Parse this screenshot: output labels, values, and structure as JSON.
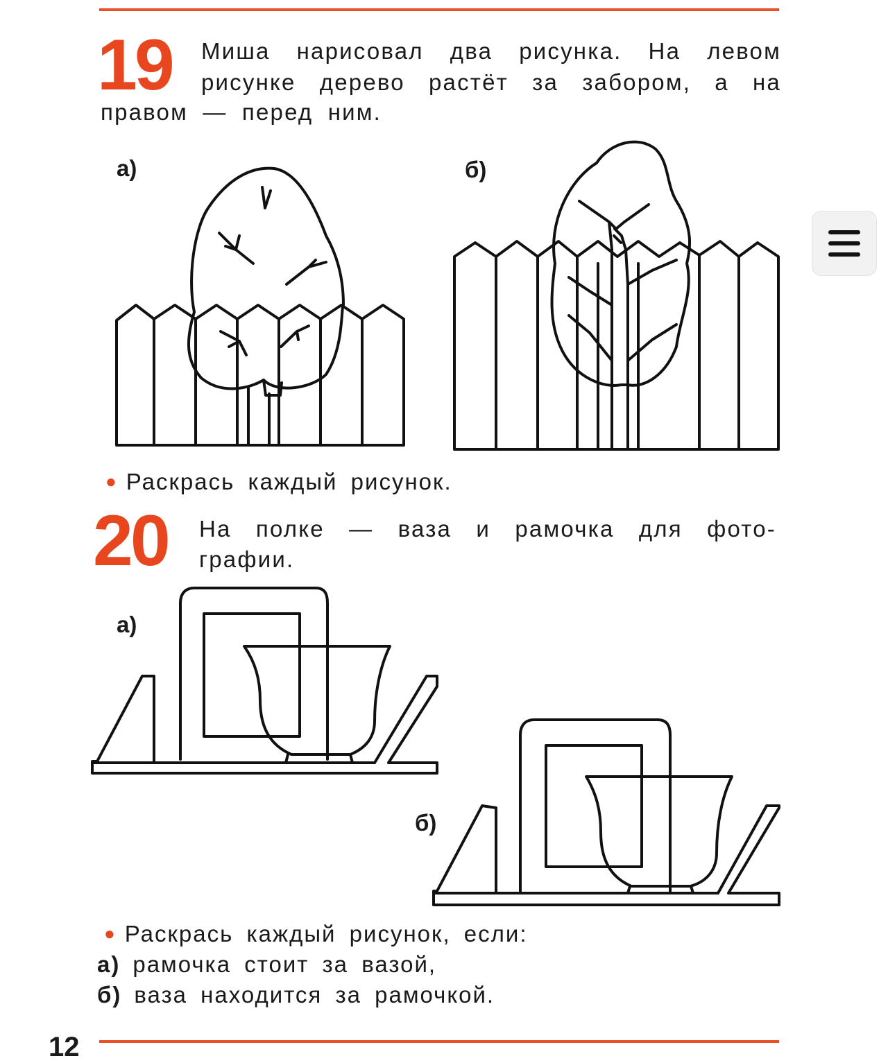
{
  "task19": {
    "number": "19",
    "line1": "Миша нарисовал два рисунка. На левом",
    "line2": "рисунке дерево растёт за забором, а на",
    "line3": "правом — перед ним.",
    "label_a": "а)",
    "label_b": "б)",
    "instruction": "Раскрась каждый рисунок."
  },
  "task20": {
    "number": "20",
    "line1": "На полке — ваза и рамочка для фото-",
    "line2": "графии.",
    "label_a": "а)",
    "label_b": "б)",
    "instruction": "Раскрась каждый рисунок, если:",
    "option_a_label": "а)",
    "option_a_text": "рамочка стоит за вазой,",
    "option_b_label": "б)",
    "option_b_text": "ваза находится за рамочкой."
  },
  "page_number": "12",
  "colors": {
    "accent": "#e8461f",
    "rule": "#e8502a",
    "text": "#1a1a1a"
  },
  "ui": {
    "menu_icon": "hamburger-icon"
  }
}
